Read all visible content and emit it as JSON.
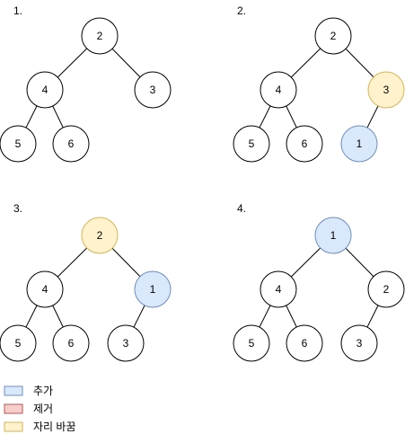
{
  "colors": {
    "default_fill": "#ffffff",
    "default_stroke": "#000000",
    "added_fill": "#dae8fc",
    "added_stroke": "#6c8ebf",
    "removed_fill": "#f8cecc",
    "removed_stroke": "#b85450",
    "swapped_fill": "#fff2cc",
    "swapped_stroke": "#d6b656"
  },
  "panels": [
    {
      "label": "1.",
      "nodes": [
        {
          "value": "2",
          "state": "default"
        },
        {
          "value": "4",
          "state": "default"
        },
        {
          "value": "3",
          "state": "default"
        },
        {
          "value": "5",
          "state": "default"
        },
        {
          "value": "6",
          "state": "default"
        }
      ]
    },
    {
      "label": "2.",
      "nodes": [
        {
          "value": "2",
          "state": "default"
        },
        {
          "value": "4",
          "state": "default"
        },
        {
          "value": "3",
          "state": "swapped"
        },
        {
          "value": "5",
          "state": "default"
        },
        {
          "value": "6",
          "state": "default"
        },
        {
          "value": "1",
          "state": "added"
        }
      ]
    },
    {
      "label": "3.",
      "nodes": [
        {
          "value": "2",
          "state": "swapped"
        },
        {
          "value": "4",
          "state": "default"
        },
        {
          "value": "1",
          "state": "added"
        },
        {
          "value": "5",
          "state": "default"
        },
        {
          "value": "6",
          "state": "default"
        },
        {
          "value": "3",
          "state": "default"
        }
      ]
    },
    {
      "label": "4.",
      "nodes": [
        {
          "value": "1",
          "state": "added"
        },
        {
          "value": "4",
          "state": "default"
        },
        {
          "value": "2",
          "state": "default"
        },
        {
          "value": "5",
          "state": "default"
        },
        {
          "value": "6",
          "state": "default"
        },
        {
          "value": "3",
          "state": "default"
        }
      ]
    }
  ],
  "legend": [
    {
      "label": "추가",
      "state": "added"
    },
    {
      "label": "제거",
      "state": "removed"
    },
    {
      "label": "자리 바꿈",
      "state": "swapped"
    }
  ]
}
